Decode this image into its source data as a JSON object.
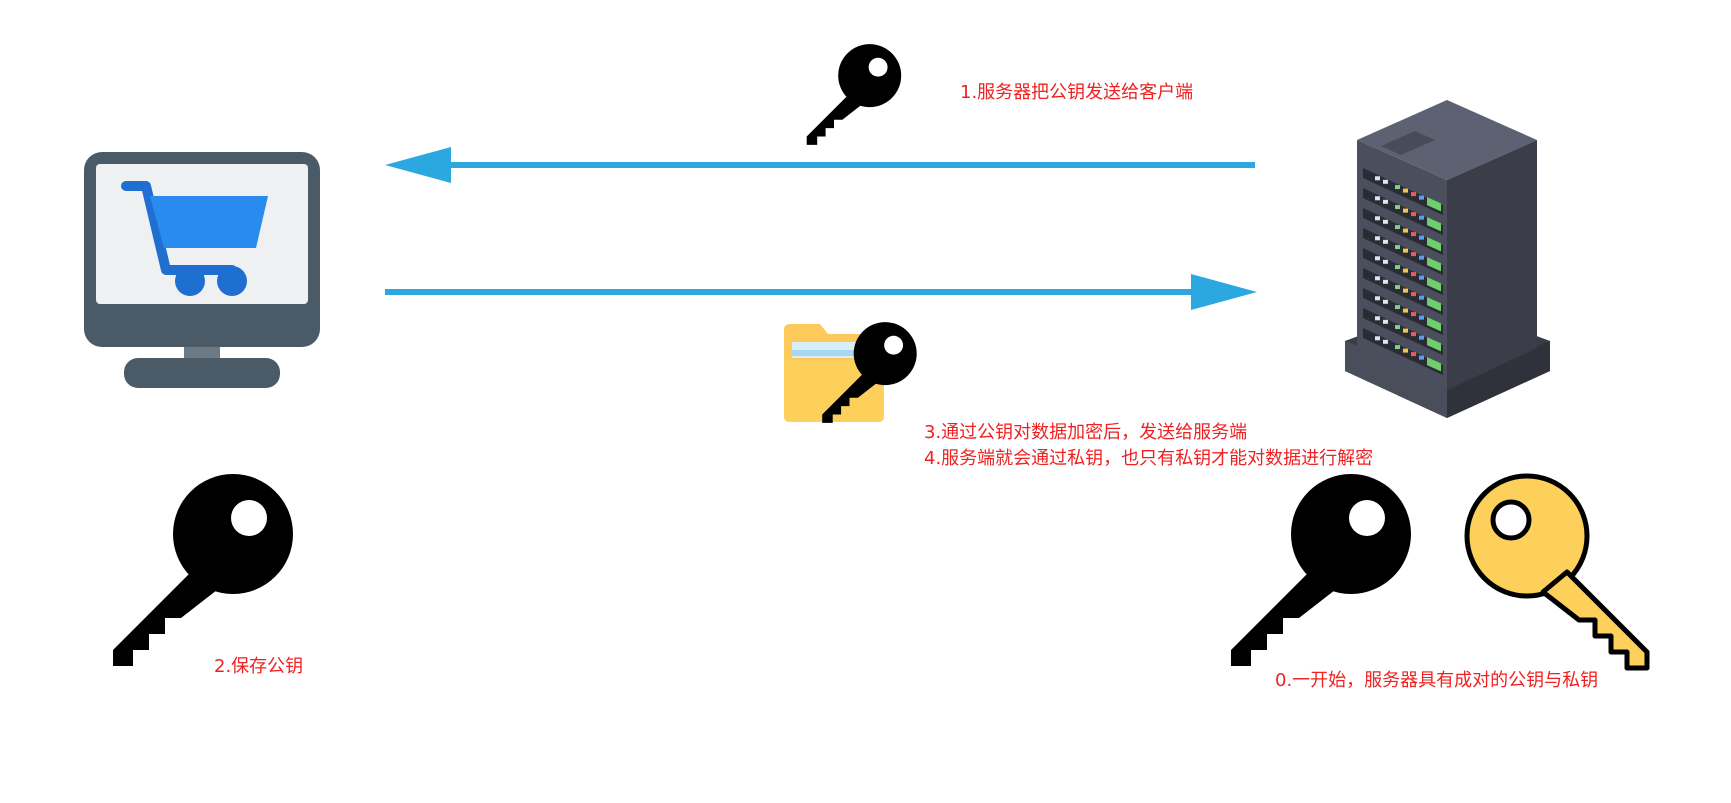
{
  "steps": {
    "step1": "1.服务器把公钥发送给客户端",
    "step2": "2.保存公钥",
    "step3": "3.通过公钥对数据加密后，发送给服务端",
    "step4": "4.服务端就会通过私钥，也只有私钥才能对数据进行解密",
    "step0": "0.一开始，服务器具有成对的公钥与私钥"
  },
  "icons": {
    "client": "shopping-cart-monitor-icon",
    "server": "server-rack-icon",
    "public_key": "black-key-icon",
    "private_key": "gold-key-icon",
    "encrypted_data": "folder-icon"
  },
  "colors": {
    "arrow": "#2aa8df",
    "label": "#ee2222",
    "public_key": "#000000",
    "private_key": "#fdd05c",
    "folder": "#fdc95a",
    "monitor_frame": "#4a5a66",
    "monitor_screen": "#eef0f2",
    "cart": "#2a8bef",
    "server_body": "#41434f"
  }
}
